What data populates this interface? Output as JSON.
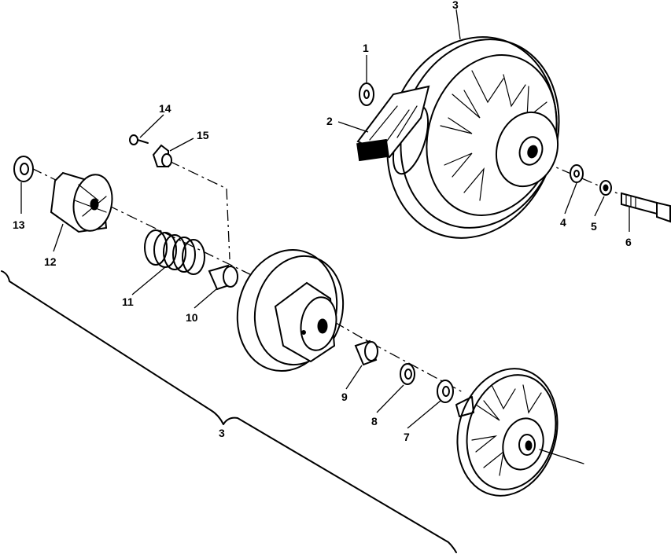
{
  "callouts": {
    "c1": "1",
    "c2": "2",
    "c3_top": "3",
    "c3_bracket": "3",
    "c4": "4",
    "c5": "5",
    "c6": "6",
    "c7": "7",
    "c8": "8",
    "c9": "9",
    "c10": "10",
    "c11": "11",
    "c12": "12",
    "c13": "13",
    "c14": "14",
    "c15": "15"
  },
  "colors": {
    "ink": "#000000",
    "paper": "#ffffff"
  }
}
